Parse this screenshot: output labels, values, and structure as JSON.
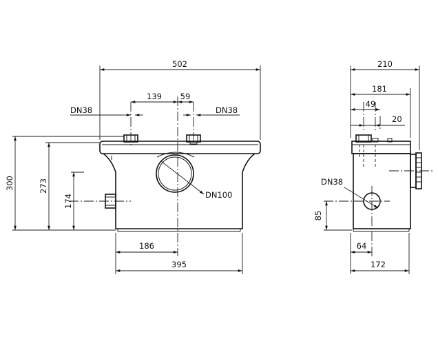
{
  "front_view": {
    "overall_width": "502",
    "inlet_spacing_left": "139",
    "inlet_spacing_right": "59",
    "inlet_left_label": "DN38",
    "inlet_right_label": "DN38",
    "height_total": "300",
    "height_housing": "273",
    "height_side_inlet": "174",
    "outlet_label": "DN100",
    "base_offset": "186",
    "base_width": "395"
  },
  "side_view": {
    "overall_depth": "210",
    "depth_top": "181",
    "pipe_offset_a": "49",
    "pipe_offset_b": "20",
    "inlet_label": "DN38",
    "inlet_height": "85",
    "inlet_offset": "64",
    "base_depth": "172"
  }
}
